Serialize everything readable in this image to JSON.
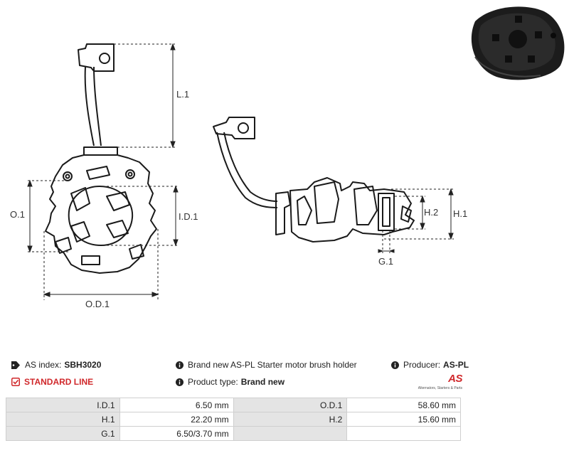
{
  "dimension_labels": {
    "l1": "L.1",
    "o1": "O.1",
    "id1": "I.D.1",
    "od1": "O.D.1",
    "h1": "H.1",
    "h2": "H.2",
    "g1": "G.1"
  },
  "info": {
    "as_index_label": "AS index:",
    "as_index_value": "SBH3020",
    "standard_line": "STANDARD LINE",
    "description": "Brand new AS-PL Starter motor brush holder",
    "product_type_label": "Product type:",
    "product_type_value": "Brand new",
    "producer_label": "Producer:",
    "producer_value": "AS-PL"
  },
  "logo": {
    "mark": "AS",
    "subtitle": "Alternators, Starters & Parts"
  },
  "specs": [
    {
      "k1": "I.D.1",
      "v1": "6.50 mm",
      "k2": "O.D.1",
      "v2": "58.60 mm"
    },
    {
      "k1": "H.1",
      "v1": "22.20 mm",
      "k2": "H.2",
      "v2": "15.60 mm"
    },
    {
      "k1": "G.1",
      "v1": "6.50/3.70 mm",
      "k2": "",
      "v2": ""
    }
  ],
  "colors": {
    "brand_red": "#d0282b",
    "key_bg": "#e4e4e4"
  }
}
